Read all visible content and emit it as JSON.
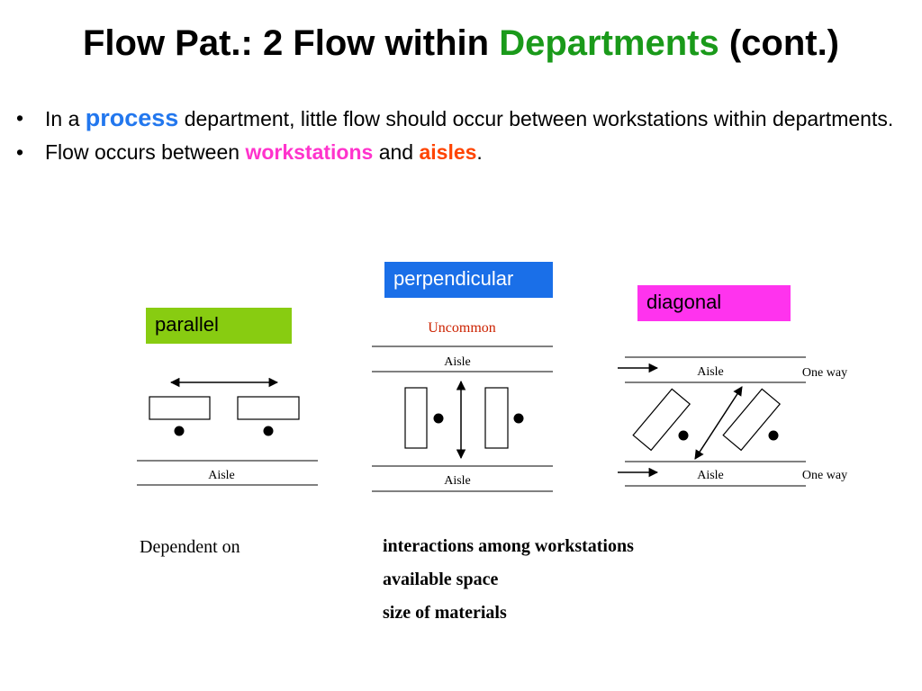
{
  "title": {
    "prefix": "Flow Pat.: 2 Flow within ",
    "highlight": "Departments",
    "suffix": " (cont.)"
  },
  "bullets": [
    {
      "marker": "•",
      "part1": "In a ",
      "emph": "process",
      "part2": " department, little flow should occur between workstations within departments."
    },
    {
      "marker": "•",
      "part1": "Flow occurs between ",
      "emph1": "workstations",
      "part2": " and ",
      "emph2": "aisles",
      "part3": "."
    }
  ],
  "diagrams": {
    "parallel": {
      "label": "parallel",
      "aisle": "Aisle"
    },
    "perpendicular": {
      "label": "perpendicular",
      "note": "Uncommon",
      "aisle_top": "Aisle",
      "aisle_bottom": "Aisle"
    },
    "diagonal": {
      "label": "diagonal",
      "aisle_top": "Aisle",
      "aisle_bottom": "Aisle",
      "one_way_top": "One way",
      "one_way_bottom": "One way"
    }
  },
  "dependent": {
    "label": "Dependent on",
    "items": [
      "interactions among workstations",
      "available space",
      "size of materials"
    ]
  },
  "colors": {
    "title_highlight": "#1a9a1a",
    "process": "#2277ee",
    "workstations": "#ff33cc",
    "aisles": "#ff4400",
    "parallel_box": "#88cc11",
    "perpendicular_box": "#1a6fe8",
    "diagonal_box": "#ff33ee",
    "uncommon": "#cc2200"
  }
}
